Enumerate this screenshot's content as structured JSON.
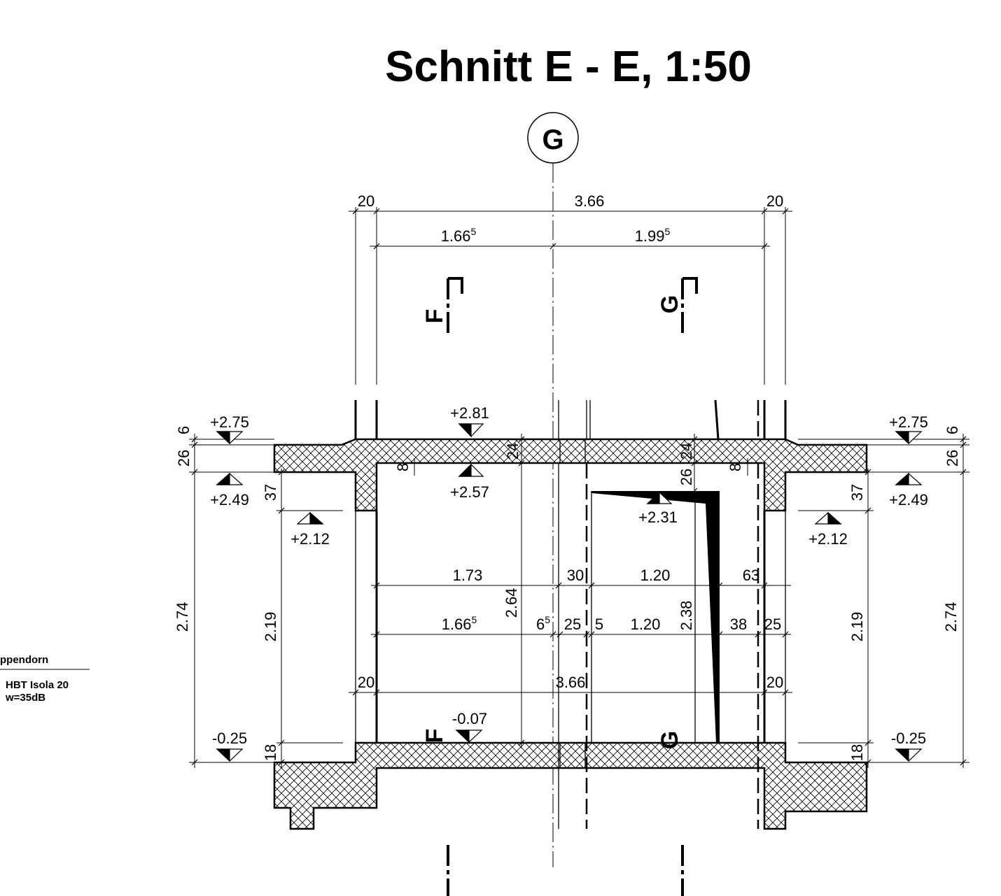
{
  "title": "Schnitt E - E, 1:50",
  "axis_marker": "G",
  "section_marks": [
    "F",
    "G"
  ],
  "side_note": {
    "line1": "ppendorn",
    "line2": "HBT Isola 20",
    "line3": "w=35dB"
  },
  "top_dims": {
    "left_wall": "20",
    "overall": "3.66",
    "right_wall": "20",
    "left_part": "1.66",
    "left_part_sup": "5",
    "right_part": "1.99",
    "right_part_sup": "5"
  },
  "levels": {
    "top_left": "+2.75",
    "top_right": "+2.75",
    "slab_top": "+2.81",
    "slab_under_left": "+2.49",
    "slab_under_right": "+2.49",
    "ceiling_under": "+2.57",
    "door_head": "+2.31",
    "opening_left": "+2.12",
    "opening_right": "+2.12",
    "floor": "-0.07",
    "lower_left": "-0.25",
    "lower_right": "-0.25"
  },
  "slab_dims": {
    "left_6": "6",
    "right_6": "6",
    "left_26": "26",
    "right_26": "26",
    "left_37": "37",
    "right_37": "37",
    "slab_24": "24",
    "slab_24b": "24",
    "gap_8_left": "8",
    "gap_8_right": "8",
    "door_26": "26",
    "left_18": "18",
    "right_18": "18"
  },
  "heights": {
    "left_total": "2.74",
    "right_total": "2.74",
    "left_opening": "2.19",
    "right_opening": "2.19",
    "clear_height": "2.64",
    "door_height": "2.38"
  },
  "row1": {
    "a": "1.73",
    "b": "30",
    "c": "1.20",
    "d": "63"
  },
  "row2": {
    "a": "1.66",
    "a_sup": "5",
    "b": "6",
    "b_sup": "5",
    "c": "25",
    "d": "5",
    "e": "1.20",
    "f": "38",
    "g": "25"
  },
  "row3": {
    "a": "20",
    "b": "3.66",
    "c": "20"
  }
}
